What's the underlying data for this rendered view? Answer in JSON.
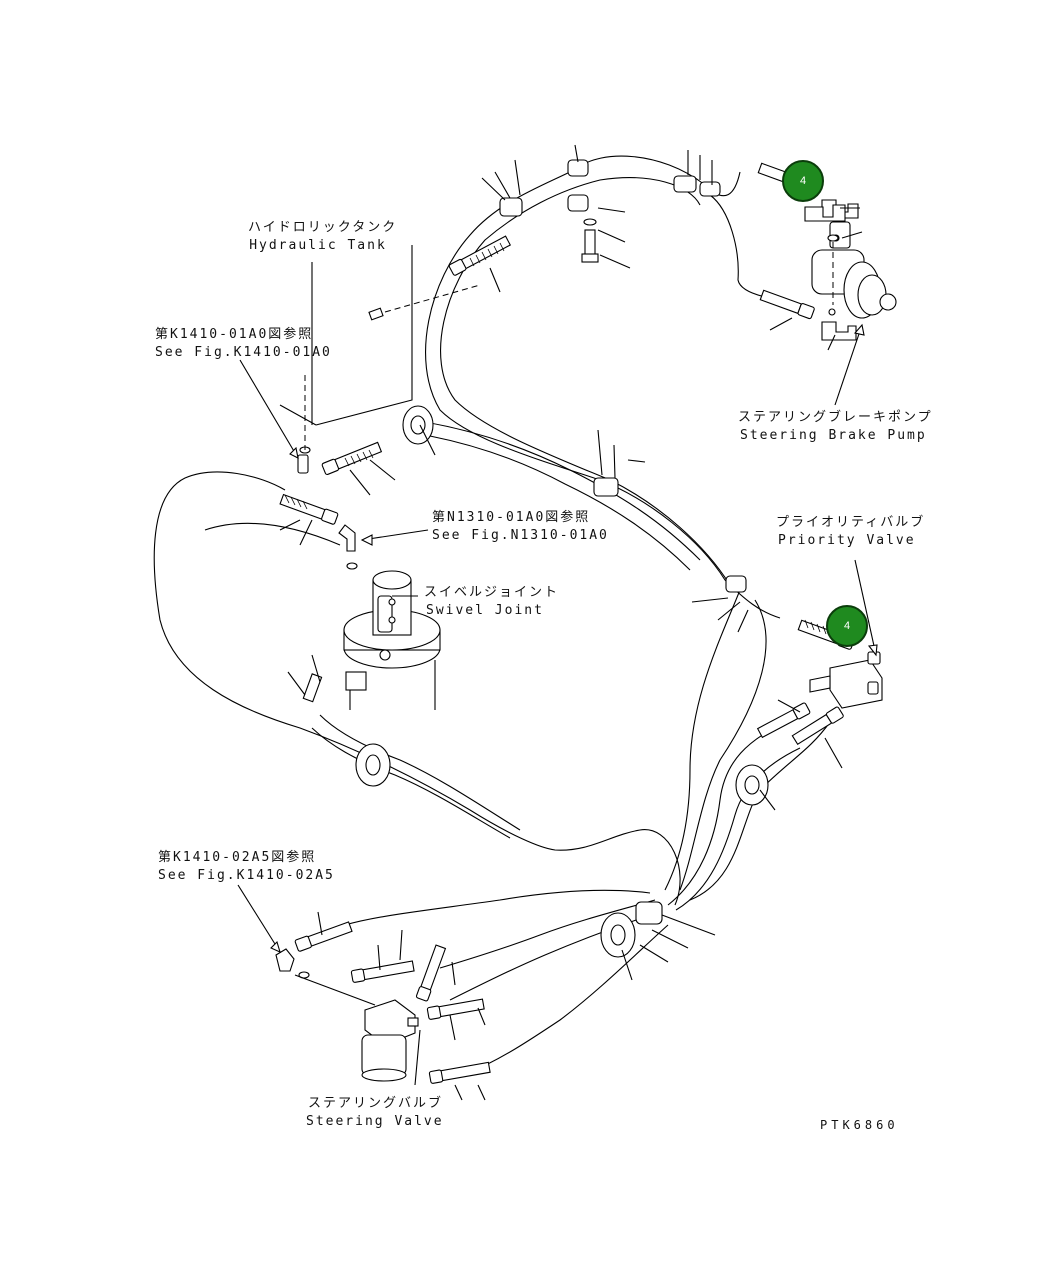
{
  "labels": {
    "hydraulic_tank_jp": "ハイドロリックタンク",
    "hydraulic_tank_en": "Hydraulic Tank",
    "ref_k141001a0_jp": "第K1410-01A0図参照",
    "ref_k141001a0_en": "See Fig.K1410-01A0",
    "ref_n131001a0_jp": "第N1310-01A0図参照",
    "ref_n131001a0_en": "See Fig.N1310-01A0",
    "swivel_joint_jp": "スイベルジョイント",
    "swivel_joint_en": "Swivel Joint",
    "steering_brake_pump_jp": "ステアリングブレーキポンプ",
    "steering_brake_pump_en": "Steering Brake Pump",
    "priority_valve_jp": "プライオリティバルブ",
    "priority_valve_en": "Priority Valve",
    "ref_k141002a5_jp": "第K1410-02A5図参照",
    "ref_k141002a5_en": "See Fig.K1410-02A5",
    "steering_valve_jp": "ステアリングバルブ",
    "steering_valve_en": "Steering Valve",
    "drawing_code": "PTK6860"
  },
  "callouts": [
    {
      "number": "4"
    },
    {
      "number": "4"
    }
  ],
  "colors": {
    "callout_fill": "#1f8a1f",
    "callout_border": "#0b3d0b"
  }
}
